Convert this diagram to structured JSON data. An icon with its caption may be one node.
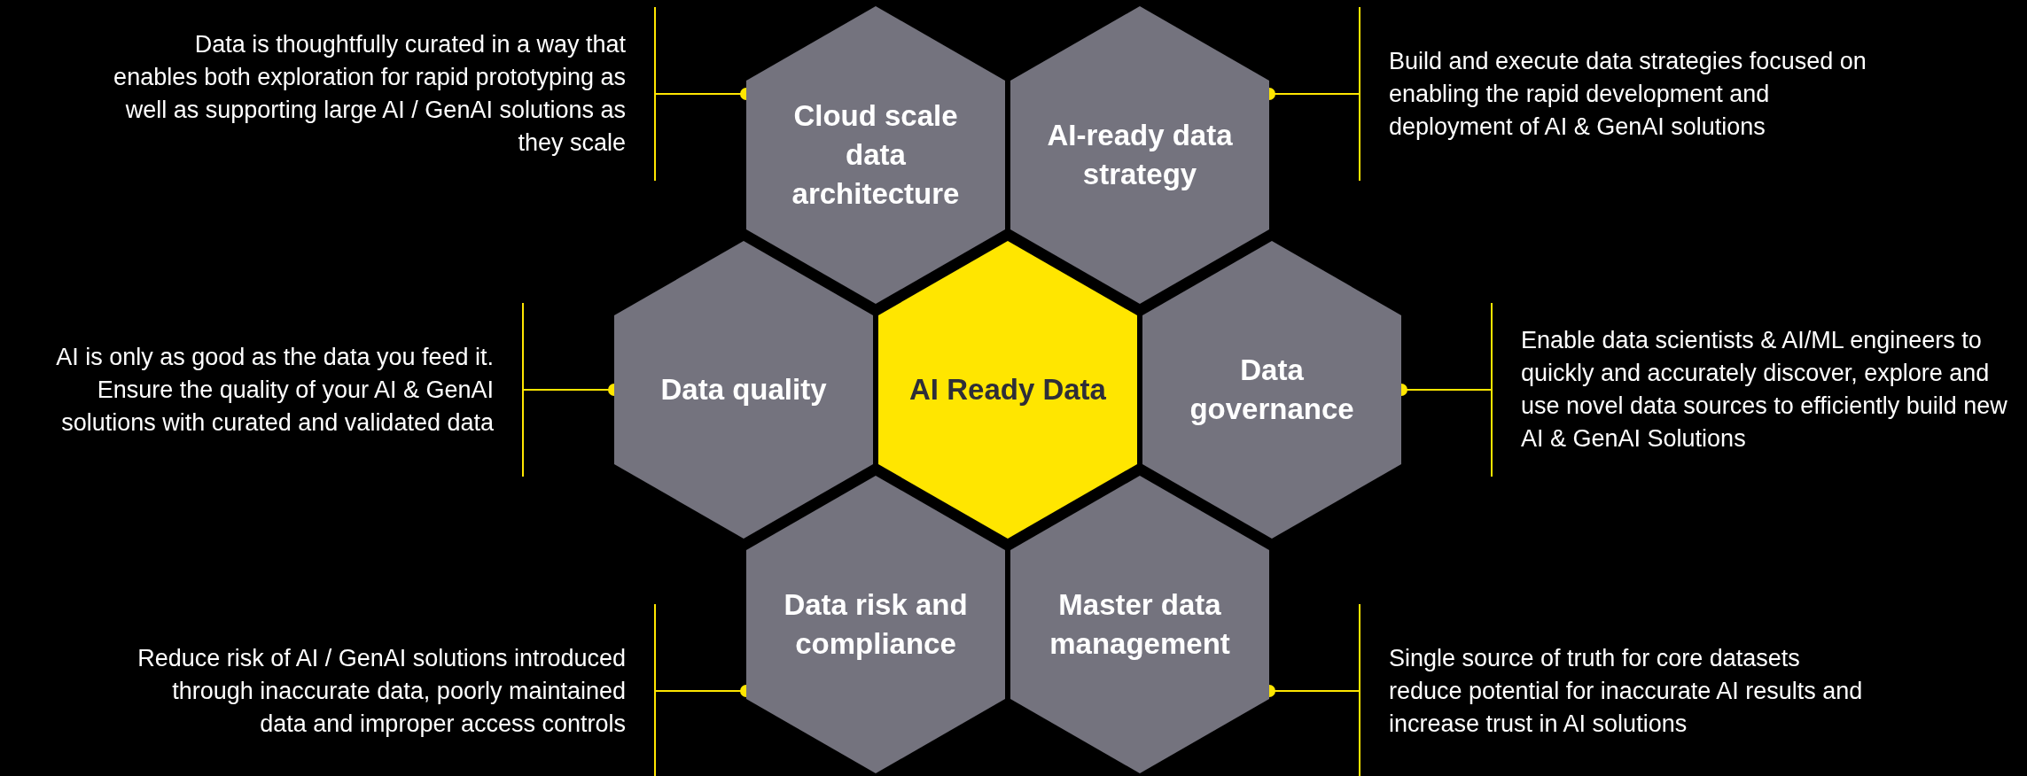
{
  "diagram": {
    "nodes": [
      {
        "text": [
          "Cloud scale data architecture"
        ]
      },
      {
        "text": [
          "AI-ready data strategy"
        ]
      },
      {
        "text": [
          "Data quality"
        ]
      },
      {
        "text": [
          "AI Ready Data"
        ]
      },
      {
        "text": [
          "Data governance"
        ]
      },
      {
        "text": [
          "Data risk and compliance"
        ]
      },
      {
        "text": [
          "Master data management"
        ]
      },
      {
        "text": [
          "Data is thoughtfully curated in a way that enables both exploration for rapid prototyping as well as supporting large AI / GenAI solutions as they scale"
        ]
      },
      {
        "text": [
          "Build and execute data strategies focused on enabling the rapid development and deployment of AI & GenAI solutions"
        ]
      },
      {
        "text": [
          "AI is only as good as the data you feed it. Ensure the quality of your AI & GenAI solutions with curated and validated data"
        ]
      },
      {
        "text": [
          "Enable data scientists & AI/ML engineers to quickly and accurately discover, explore and use novel data sources to efficiently build new AI & GenAI Solutions"
        ]
      },
      {
        "text": [
          "Reduce risk of AI / GenAI solutions introduced through inaccurate data, poorly maintained data and improper access controls"
        ]
      },
      {
        "text": [
          "Single source of truth for core datasets reduce potential for inaccurate AI results and increase trust in AI solutions"
        ]
      }
    ],
    "edges": [
      {
        "from": 7,
        "to": 0,
        "arrow": "other"
      },
      {
        "from": 8,
        "to": 1,
        "arrow": "other"
      },
      {
        "from": 9,
        "to": 2,
        "arrow": "other"
      },
      {
        "from": 10,
        "to": 4,
        "arrow": "other"
      },
      {
        "from": 11,
        "to": 5,
        "arrow": "other"
      },
      {
        "from": 12,
        "to": 6,
        "arrow": "other"
      }
    ]
  }
}
